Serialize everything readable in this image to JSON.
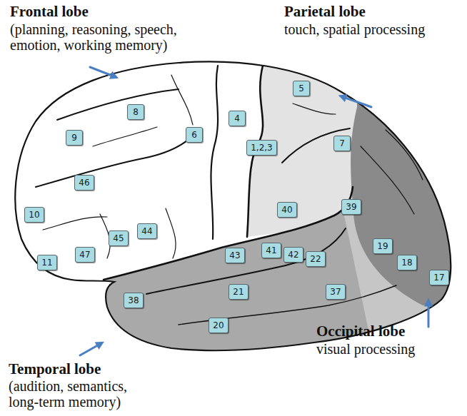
{
  "diagram": {
    "nodes": [
      {
        "text": [
          "8"
        ]
      },
      {
        "text": [
          "4"
        ]
      },
      {
        "text": [
          "5"
        ]
      },
      {
        "text": [
          "9"
        ]
      },
      {
        "text": [
          "6"
        ]
      },
      {
        "text": [
          "1,2,3"
        ]
      },
      {
        "text": [
          "7"
        ]
      },
      {
        "text": [
          "46"
        ]
      },
      {
        "text": [
          "40"
        ]
      },
      {
        "text": [
          "39"
        ]
      },
      {
        "text": [
          "10"
        ]
      },
      {
        "text": [
          "45"
        ]
      },
      {
        "text": [
          "44"
        ]
      },
      {
        "text": [
          "43"
        ]
      },
      {
        "text": [
          "41"
        ]
      },
      {
        "text": [
          "42"
        ]
      },
      {
        "text": [
          "22"
        ]
      },
      {
        "text": [
          "47"
        ]
      },
      {
        "text": [
          "11"
        ]
      },
      {
        "text": [
          "19"
        ]
      },
      {
        "text": [
          "18"
        ]
      },
      {
        "text": [
          "17"
        ]
      },
      {
        "text": [
          "38"
        ]
      },
      {
        "text": [
          "21"
        ]
      },
      {
        "text": [
          "37"
        ]
      },
      {
        "text": [
          "20"
        ]
      }
    ],
    "labels": [
      "Frontal lobe",
      "(planning, reasoning, speech, emotion, working memory)",
      "Parietal lobe",
      "touch, spatial processing",
      "Temporal lobe",
      "(audition, semantics, long-term memory)",
      "Occipital lobe",
      "visual processing"
    ]
  }
}
